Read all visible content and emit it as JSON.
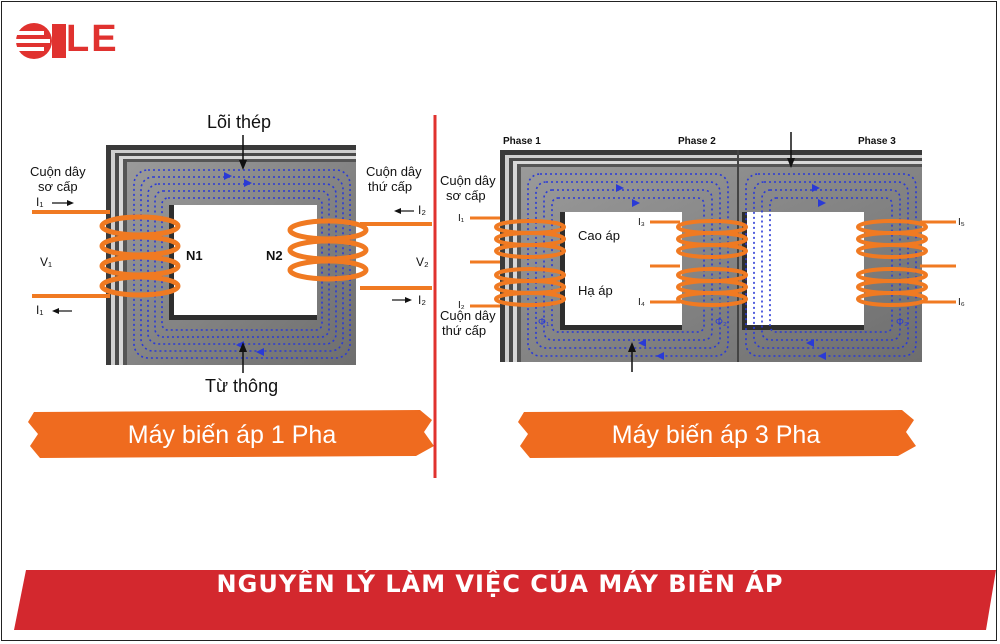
{
  "brand": {
    "logo_text": "LE",
    "logo_color": "#e0322f"
  },
  "colors": {
    "coil": "#f07a22",
    "flux": "#2a3ad6",
    "core_front": "#8a8a8a",
    "core_dark": "#3a3a3a",
    "divider": "#e0322f",
    "banner": "#ef6b1f",
    "footer": "#d3282e"
  },
  "single_phase": {
    "core_label": "Lõi thép",
    "primary_label_1": "Cuộn dây",
    "primary_label_2": "sơ cấp",
    "secondary_label_1": "Cuộn dây",
    "secondary_label_2": "thứ cấp",
    "i1_top": "I₁",
    "i1_bottom": "I₁",
    "i2_top": "I₂",
    "i2_bottom": "I₂",
    "v1": "V₁",
    "v2": "V₂",
    "n1": "N1",
    "n2": "N2",
    "flux_label": "Từ thông",
    "banner": "Máy biến áp 1 Pha"
  },
  "three_phase": {
    "phase1": "Phase 1",
    "phase2": "Phase 2",
    "phase3": "Phase 3",
    "primary_label_1": "Cuộn dây",
    "primary_label_2": "sơ cấp",
    "secondary_label_1": "Cuộn dây",
    "secondary_label_2": "thứ cấp",
    "high_voltage": "Cao áp",
    "low_voltage": "Hạ áp",
    "i1": "I₁",
    "i2": "I₂",
    "i3": "I₃",
    "i4": "I₄",
    "i5": "I₅",
    "i6": "I₆",
    "phi_1": "Φ₁",
    "phi_2": "Φ₂",
    "phi_3": "Φ₃",
    "banner": "Máy biến áp 3 Pha"
  },
  "footer": {
    "title": "NGUYÊN LÝ LÀM VIỆC CỦA MÁY BIẾN ÁP"
  }
}
